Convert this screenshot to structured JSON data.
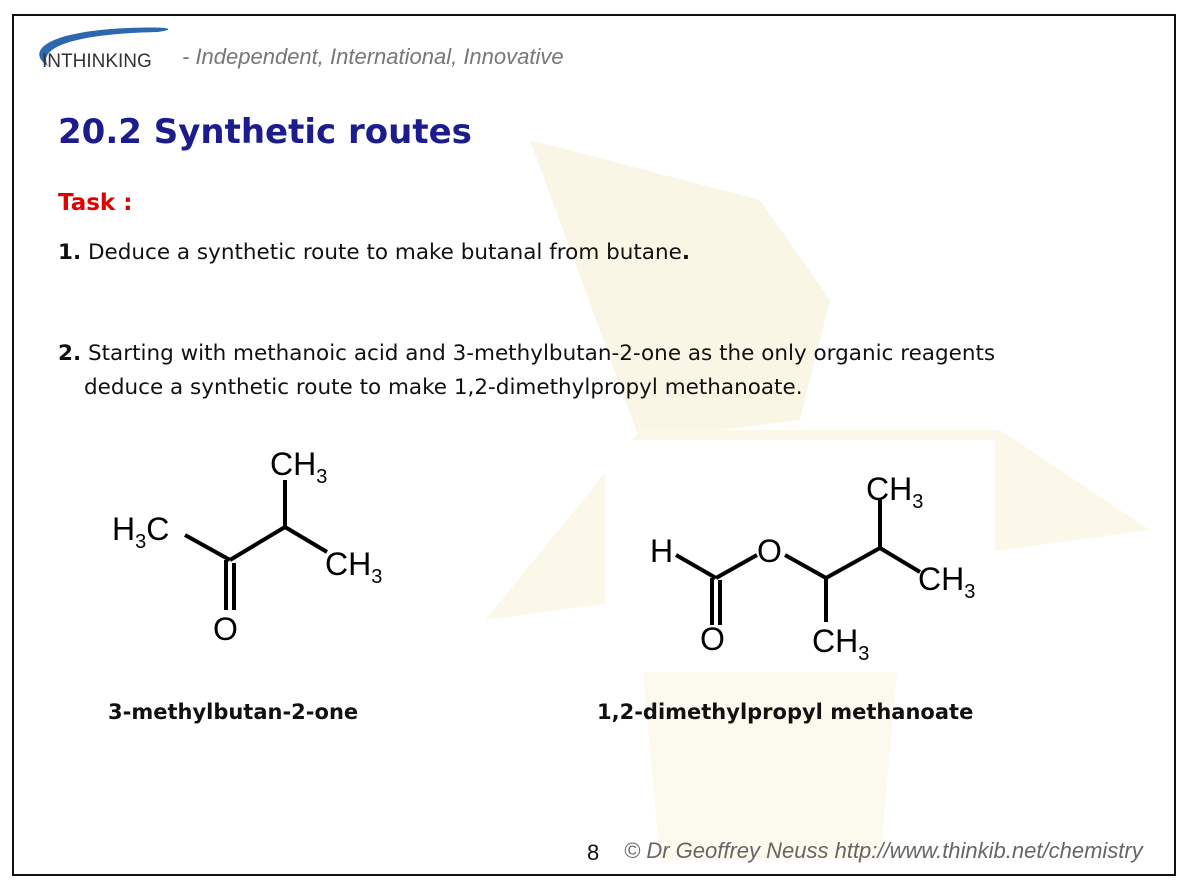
{
  "header": {
    "logo_text": "INTHINKING",
    "tagline": "- Independent, International, Innovative"
  },
  "title": "20.2 Synthetic routes",
  "task_label": "Task :",
  "questions": [
    {
      "number": "1.",
      "text": " Deduce a synthetic route to make butanal from butane",
      "end": "."
    },
    {
      "number": "2.",
      "text": " Starting with methanoic acid and 3-methylbutan-2-one as the only organic reagents",
      "line2": "deduce a synthetic route to make 1,2-dimethylpropyl methanoate."
    }
  ],
  "structures": [
    {
      "caption": "3-methylbutan-2-one",
      "labels": {
        "h3c": "H",
        "c": "C",
        "ch": "CH",
        "sub3": "3",
        "o": "O"
      }
    },
    {
      "caption": "1,2-dimethylpropyl methanoate",
      "labels": {
        "h": "H",
        "o": "O",
        "ch": "CH",
        "sub3": "3"
      }
    }
  ],
  "footer": {
    "page": "8",
    "credit": "© Dr Geoffrey Neuss http://www.thinkib.net/chemistry"
  }
}
